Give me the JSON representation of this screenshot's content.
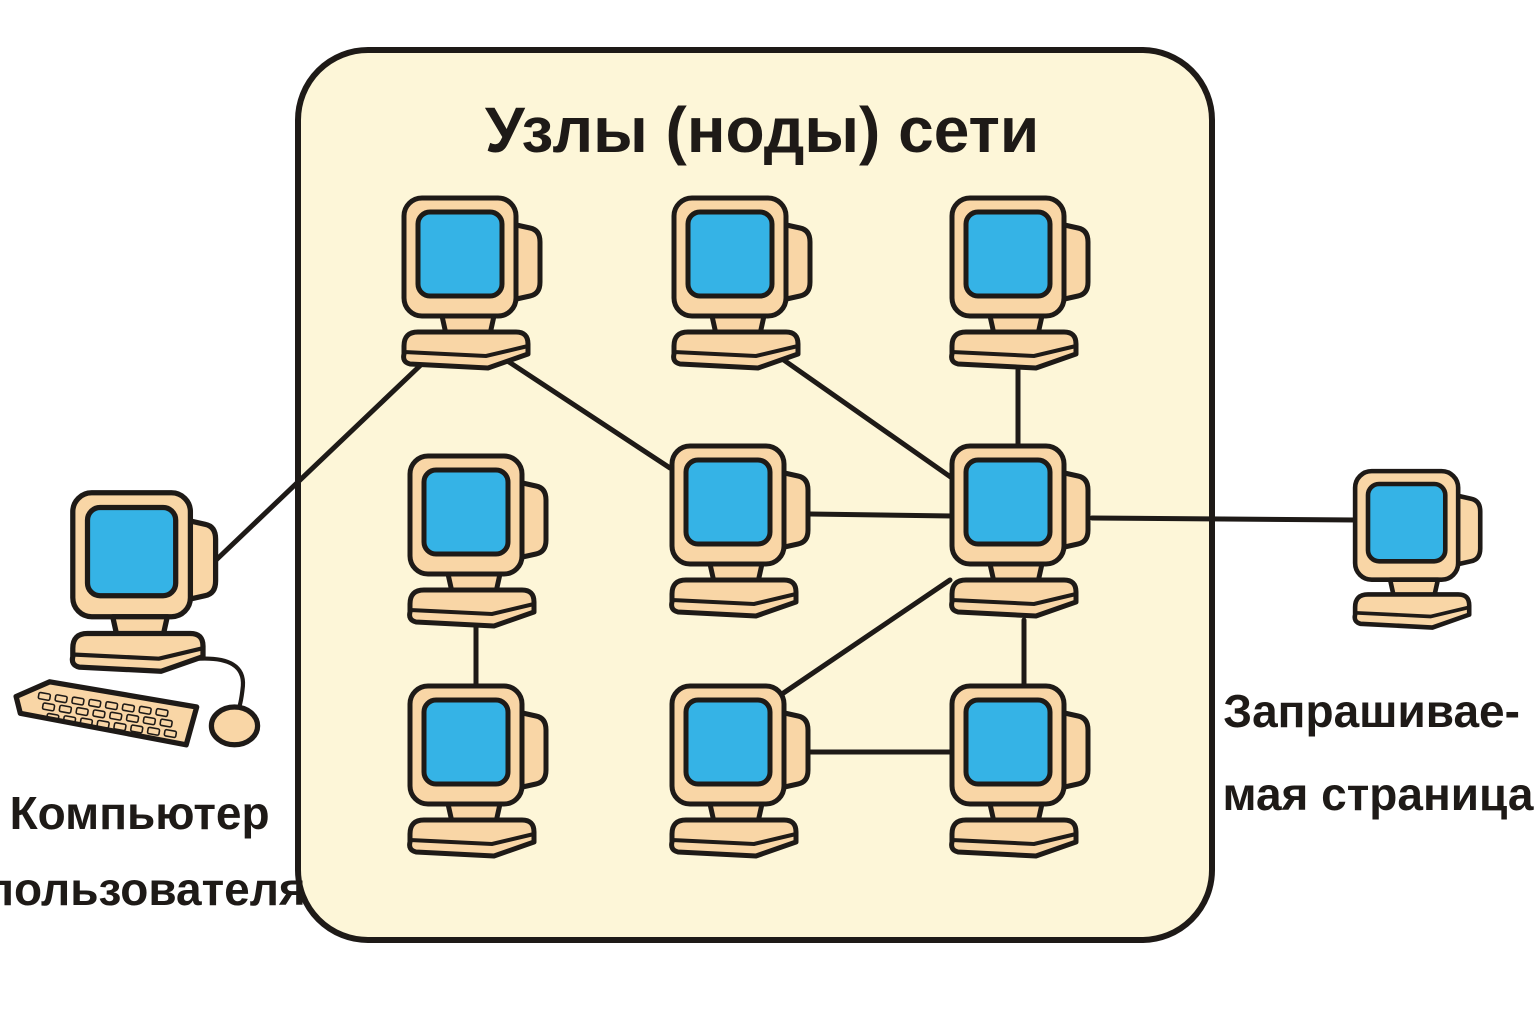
{
  "title": "Узлы (ноды) сети",
  "user_label": [
    "Компьютер",
    "пользователя"
  ],
  "page_label": [
    "Запрашивае-",
    "мая страница"
  ],
  "colors": {
    "cluster_fill": "#fdf6d8",
    "outline": "#1e1a17",
    "body": "#f9d6a6",
    "screen": "#35b3e6"
  },
  "nodes": [
    {
      "id": "user",
      "role": "user-computer",
      "icon": "desktop-with-keyboard-icon"
    },
    {
      "id": "n1",
      "role": "network-node",
      "icon": "computer-icon"
    },
    {
      "id": "n2",
      "role": "network-node",
      "icon": "computer-icon"
    },
    {
      "id": "n3",
      "role": "network-node",
      "icon": "computer-icon"
    },
    {
      "id": "n4",
      "role": "network-node",
      "icon": "computer-icon"
    },
    {
      "id": "n5",
      "role": "network-node",
      "icon": "computer-icon"
    },
    {
      "id": "n6",
      "role": "network-node",
      "icon": "computer-icon"
    },
    {
      "id": "n7",
      "role": "network-node",
      "icon": "computer-icon"
    },
    {
      "id": "n8",
      "role": "network-node",
      "icon": "computer-icon"
    },
    {
      "id": "n9",
      "role": "network-node",
      "icon": "computer-icon"
    },
    {
      "id": "page",
      "role": "requested-page",
      "icon": "computer-icon"
    }
  ],
  "edges": [
    [
      "user",
      "n1"
    ],
    [
      "n1",
      "n5"
    ],
    [
      "n2",
      "n6"
    ],
    [
      "n3",
      "n6"
    ],
    [
      "n5",
      "n6"
    ],
    [
      "n6",
      "page"
    ],
    [
      "n4",
      "n7"
    ],
    [
      "n6",
      "n8"
    ],
    [
      "n6",
      "n9"
    ],
    [
      "n8",
      "n9"
    ]
  ]
}
